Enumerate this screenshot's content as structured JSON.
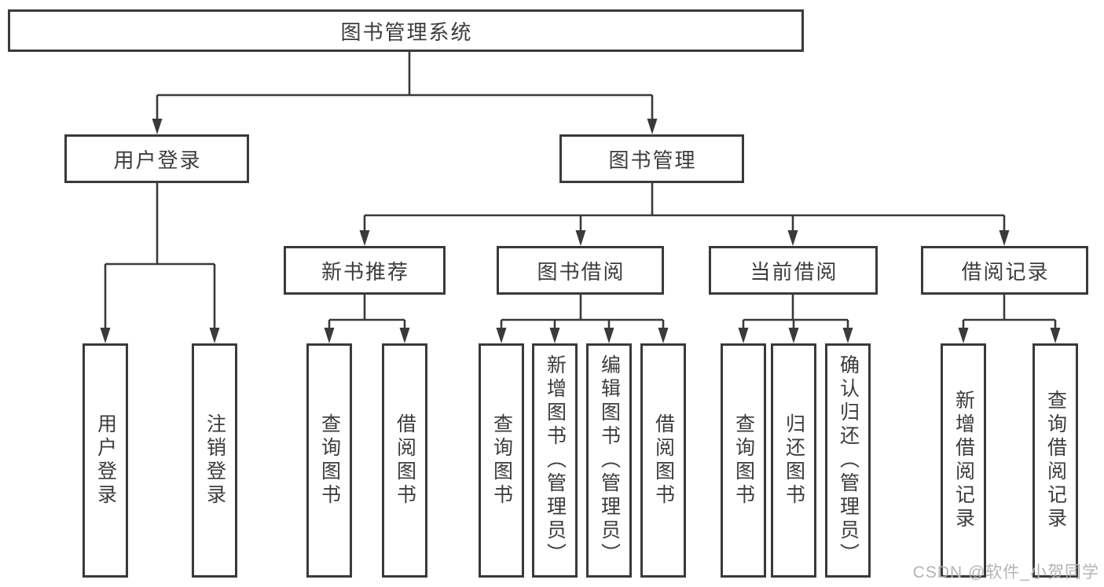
{
  "tree": {
    "root": {
      "label": "图书管理系统",
      "children": [
        {
          "label": "用户登录",
          "children": [
            {
              "label": "用户登录"
            },
            {
              "label": "注销登录"
            }
          ]
        },
        {
          "label": "图书管理",
          "children": [
            {
              "label": "新书推荐",
              "children": [
                {
                  "label": "查询图书"
                },
                {
                  "label": "借阅图书"
                }
              ]
            },
            {
              "label": "图书借阅",
              "children": [
                {
                  "label": "查询图书"
                },
                {
                  "label": "新增图书（管理员）"
                },
                {
                  "label": "编辑图书（管理员）"
                },
                {
                  "label": "借阅图书"
                }
              ]
            },
            {
              "label": "当前借阅",
              "children": [
                {
                  "label": "查询图书"
                },
                {
                  "label": "归还图书"
                },
                {
                  "label": "确认归还（管理员）"
                }
              ]
            },
            {
              "label": "借阅记录",
              "children": [
                {
                  "label": "新增借阅记录"
                },
                {
                  "label": "查询借阅记录"
                }
              ]
            }
          ]
        }
      ]
    }
  },
  "watermark": {
    "text": "CSDN @软件_小贺同学"
  },
  "colors": {
    "line": "#3a3a3a",
    "box_border": "#3a3a3a",
    "text": "#3c3c3c",
    "watermark": "#b4b4b4",
    "background": "#ffffff"
  }
}
